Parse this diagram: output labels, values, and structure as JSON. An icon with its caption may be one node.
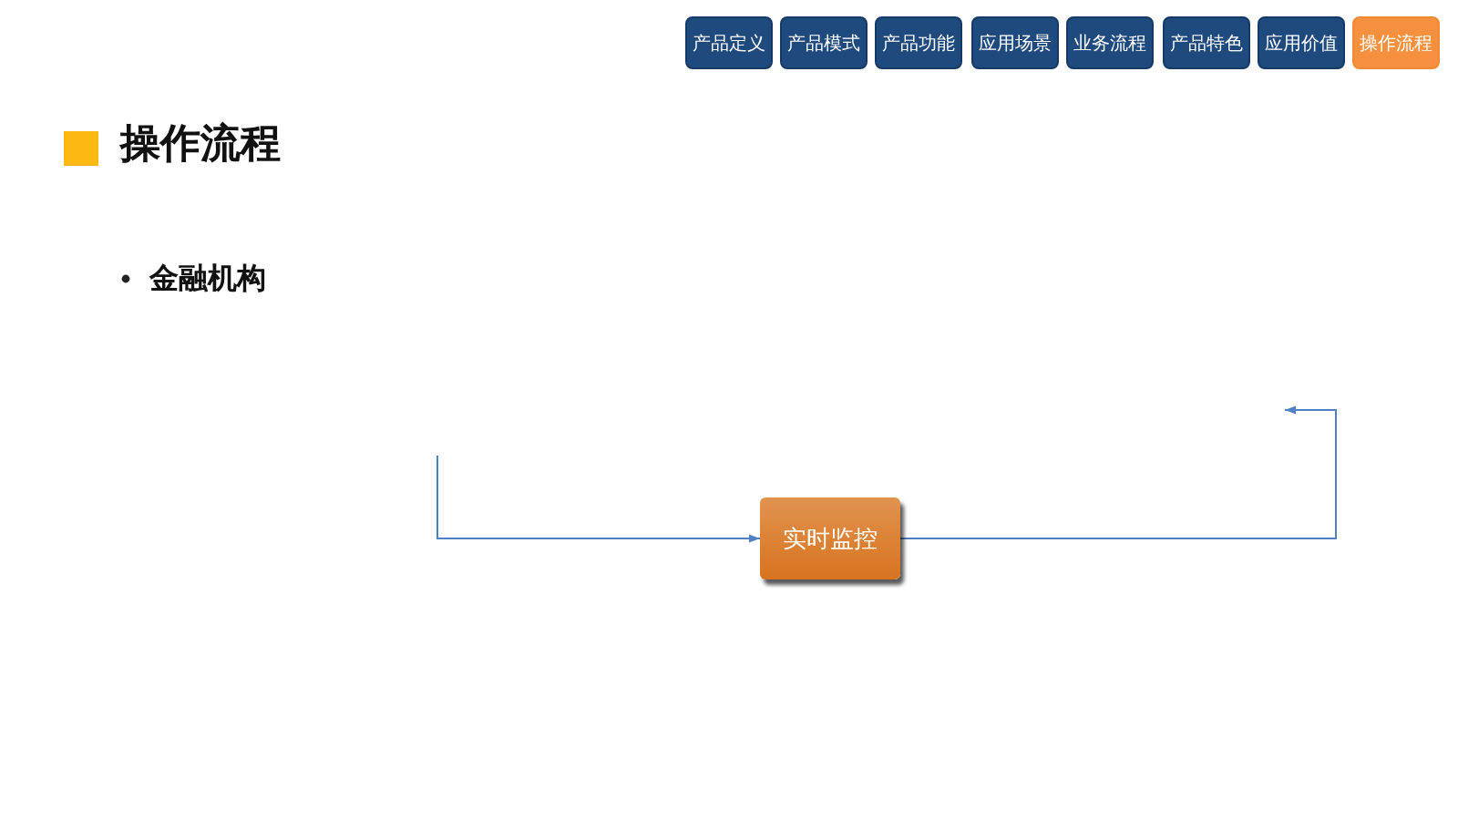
{
  "diagram": {
    "title": "操作流程",
    "nodes": [
      {
        "text": [
          "产品定义"
        ]
      },
      {
        "text": [
          "产品模式"
        ]
      },
      {
        "text": [
          "产品功能"
        ]
      },
      {
        "text": [
          "应用场景"
        ]
      },
      {
        "text": [
          "业务流程"
        ]
      },
      {
        "text": [
          "产品特色"
        ]
      },
      {
        "text": [
          "应用价值"
        ]
      },
      {
        "text": [
          "操作流程"
        ]
      },
      {
        "text": [
          "实时监控"
        ]
      }
    ],
    "edges": [
      {
        "from": null,
        "to": 8,
        "arrow": "to"
      },
      {
        "from": 8,
        "to": null,
        "arrow": "to"
      }
    ],
    "labels": [
      "金融机构"
    ]
  }
}
